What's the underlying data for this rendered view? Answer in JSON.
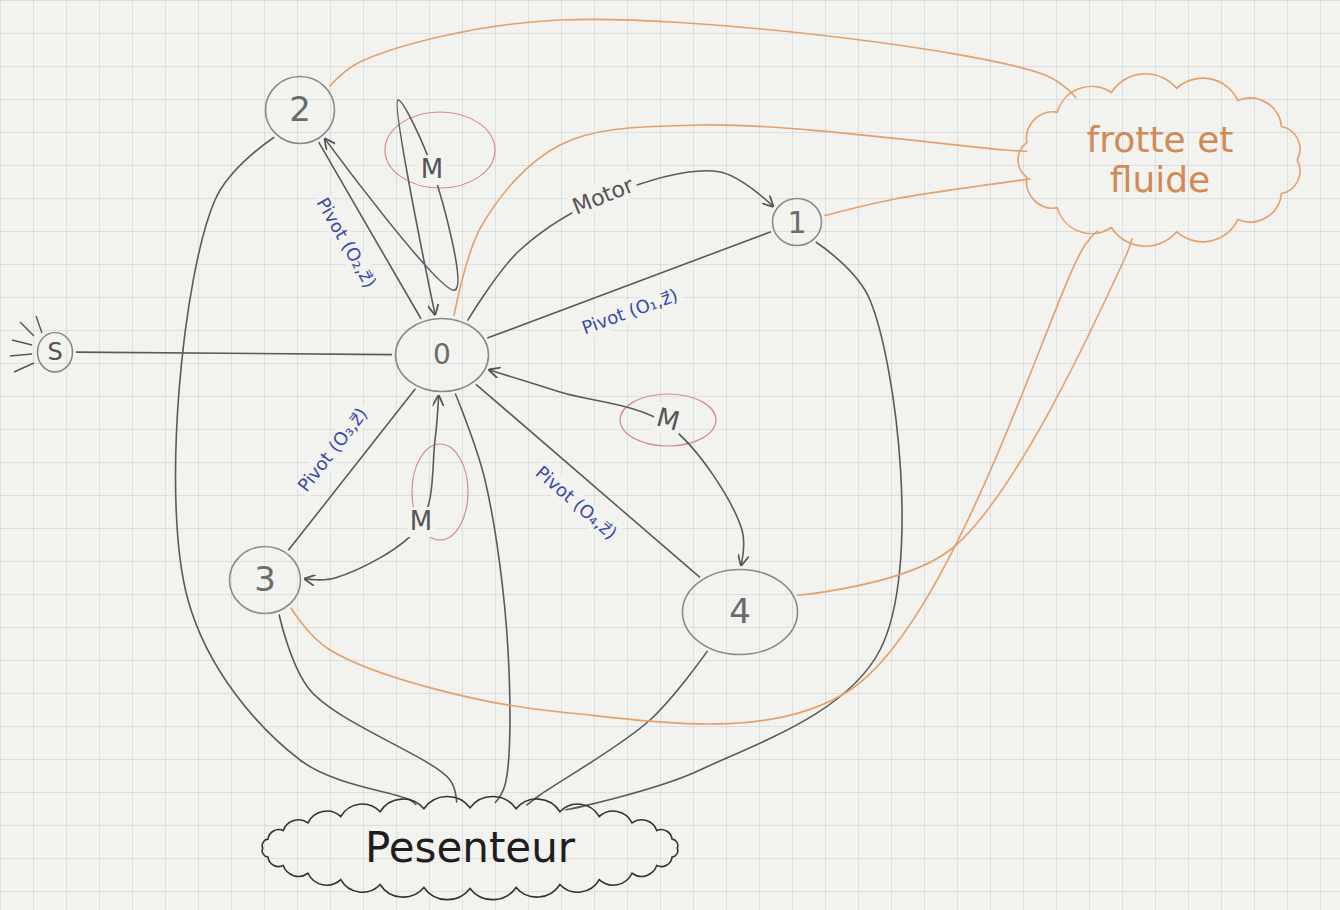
{
  "diagram": {
    "nodes": [
      {
        "text": [
          "2"
        ]
      },
      {
        "text": [
          "frotte et fluide"
        ]
      },
      {
        "text": [
          "1"
        ]
      },
      {
        "text": [
          "S"
        ]
      },
      {
        "text": [
          "0"
        ]
      },
      {
        "text": [
          "3"
        ]
      },
      {
        "text": [
          "4"
        ]
      },
      {
        "text": [
          "Pesenteur"
        ]
      }
    ],
    "edges": [
      {
        "from": 0,
        "to": 4,
        "label": "Pivot (O₂,z⃗)",
        "arrow": "none"
      },
      {
        "from": 4,
        "to": 0,
        "label": "M",
        "arrow": "both"
      },
      {
        "from": 4,
        "to": 2,
        "label": "Motor",
        "arrow": "to"
      },
      {
        "from": 2,
        "to": 4,
        "label": "Pivot (O₁,z⃗)",
        "arrow": "none"
      },
      {
        "from": 3,
        "to": 4,
        "arrow": "none"
      },
      {
        "from": 5,
        "to": 4,
        "label": "Pivot (O₃,z⃗)",
        "arrow": "none"
      },
      {
        "from": 4,
        "to": 5,
        "label": "M",
        "arrow": "both"
      },
      {
        "from": 6,
        "to": 4,
        "label": "Pivot (O₄,z⃗)",
        "arrow": "none"
      },
      {
        "from": 4,
        "to": 6,
        "label": "M",
        "arrow": "both"
      },
      {
        "from": 0,
        "to": 7,
        "arrow": "none"
      },
      {
        "from": 5,
        "to": 7,
        "arrow": "none"
      },
      {
        "from": 4,
        "to": 7,
        "arrow": "none"
      },
      {
        "from": 6,
        "to": 7,
        "arrow": "none"
      },
      {
        "from": 2,
        "to": 7,
        "arrow": "none"
      },
      {
        "from": 0,
        "to": 1,
        "arrow": "none"
      },
      {
        "from": 4,
        "to": 1,
        "arrow": "none"
      },
      {
        "from": 2,
        "to": 1,
        "arrow": "none"
      },
      {
        "from": 5,
        "to": 1,
        "arrow": "none"
      },
      {
        "from": 6,
        "to": 1,
        "arrow": "none"
      }
    ]
  }
}
